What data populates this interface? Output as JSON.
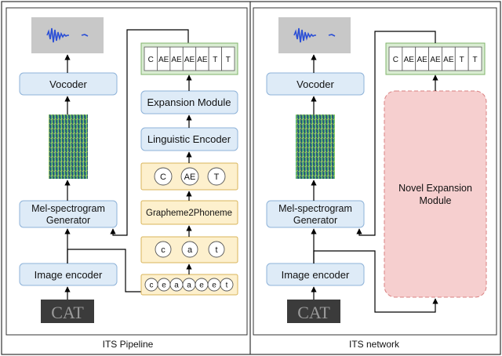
{
  "panels": {
    "left_caption": "ITS Pipeline",
    "right_caption": "ITS network"
  },
  "left": {
    "vocoder": "Vocoder",
    "mel_generator_line1": "Mel-spectrogram",
    "mel_generator_line2": "Generator",
    "image_encoder": "Image encoder",
    "image_text": "CAT",
    "output_tokens": [
      "C",
      "AE",
      "AE",
      "AE",
      "AE",
      "T",
      "T"
    ],
    "expansion_module": "Expansion Module",
    "linguistic_encoder": "Linguistic Encoder",
    "phonemes": [
      "C",
      "AE",
      "T"
    ],
    "g2p": "Grapheme2Phoneme",
    "graphemes": [
      "c",
      "a",
      "t"
    ],
    "raw_graphemes": [
      "c",
      "e",
      "a",
      "a",
      "e",
      "e",
      "t"
    ]
  },
  "right": {
    "vocoder": "Vocoder",
    "mel_generator_line1": "Mel-spectrogram",
    "mel_generator_line2": "Generator",
    "image_encoder": "Image encoder",
    "image_text": "CAT",
    "output_tokens": [
      "C",
      "AE",
      "AE",
      "AE",
      "AE",
      "T",
      "T"
    ],
    "novel_line1": "Novel Expansion",
    "novel_line2": "Module"
  },
  "colors": {
    "blue_box_fill": "#deebf7",
    "blue_box_stroke": "#8fb3d9",
    "green_fill": "#d9ecd2",
    "green_stroke": "#7fb36a",
    "yellow_fill": "#fdf0cd",
    "yellow_stroke": "#d9b45a",
    "pink_fill": "#f6cfcf",
    "pink_stroke": "#d98080"
  }
}
